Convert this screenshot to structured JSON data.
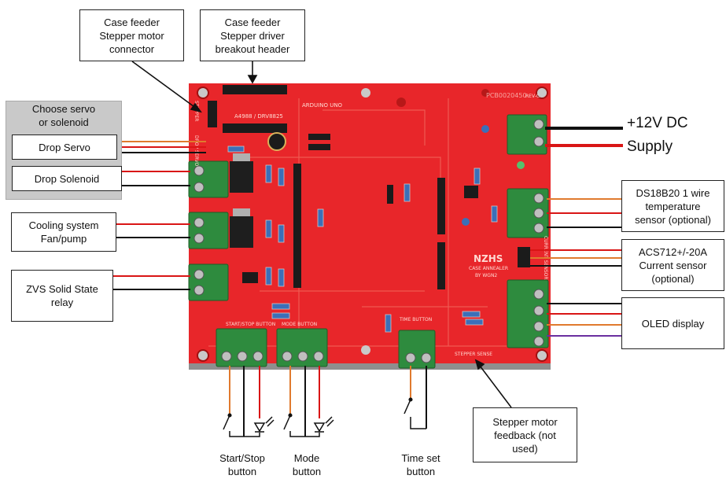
{
  "labels": {
    "case_feeder_connector": "Case feeder\nStepper motor\nconnector",
    "case_feeder_header": "Case feeder\nStepper driver\nbreakout header",
    "choose_servo": "Choose servo\nor solenoid",
    "drop_servo": "Drop Servo",
    "drop_solenoid": "Drop Solenoid",
    "cooling": "Cooling system\nFan/pump",
    "zvs": "ZVS Solid State\nrelay",
    "supply_voltage": "+12V DC",
    "supply_word": "Supply",
    "ds18b20": "DS18B20 1 wire\ntemperature\nsensor (optional)",
    "acs712": "ACS712+/-20A\nCurrent sensor\n(optional)",
    "oled": "OLED display",
    "stepper_feedback": "Stepper motor\nfeedback (not\nused)",
    "start_stop": "Start/Stop\nbutton",
    "mode": "Mode\nbutton",
    "time_set": "Time set\nbutton"
  },
  "pcb": {
    "arduino": "ARDUINO UNO",
    "driver": "A4988 / DRV8825",
    "serial": "PCB0020450",
    "rev": "REV-C",
    "brand": "NZHS",
    "subtitle": "CASE ANNEALER",
    "author": "BY WGN2",
    "stepper": "STEPPER",
    "drop_servo": "DROP SERVO",
    "start_stop": "START/STOP BUTTON",
    "mode_button": "MODE BUTTON",
    "time_button": "TIME BUTTON",
    "stepper_sense": "STEPPER SENSE",
    "current_sensor": "CURRENT SENSOR"
  },
  "colors": {
    "board": "#e8262a",
    "terminal": "#2e8b3e",
    "wire_orange": "#e07a2e",
    "wire_black": "#111111",
    "wire_red": "#d91515",
    "wire_purple": "#6a2fa0"
  }
}
